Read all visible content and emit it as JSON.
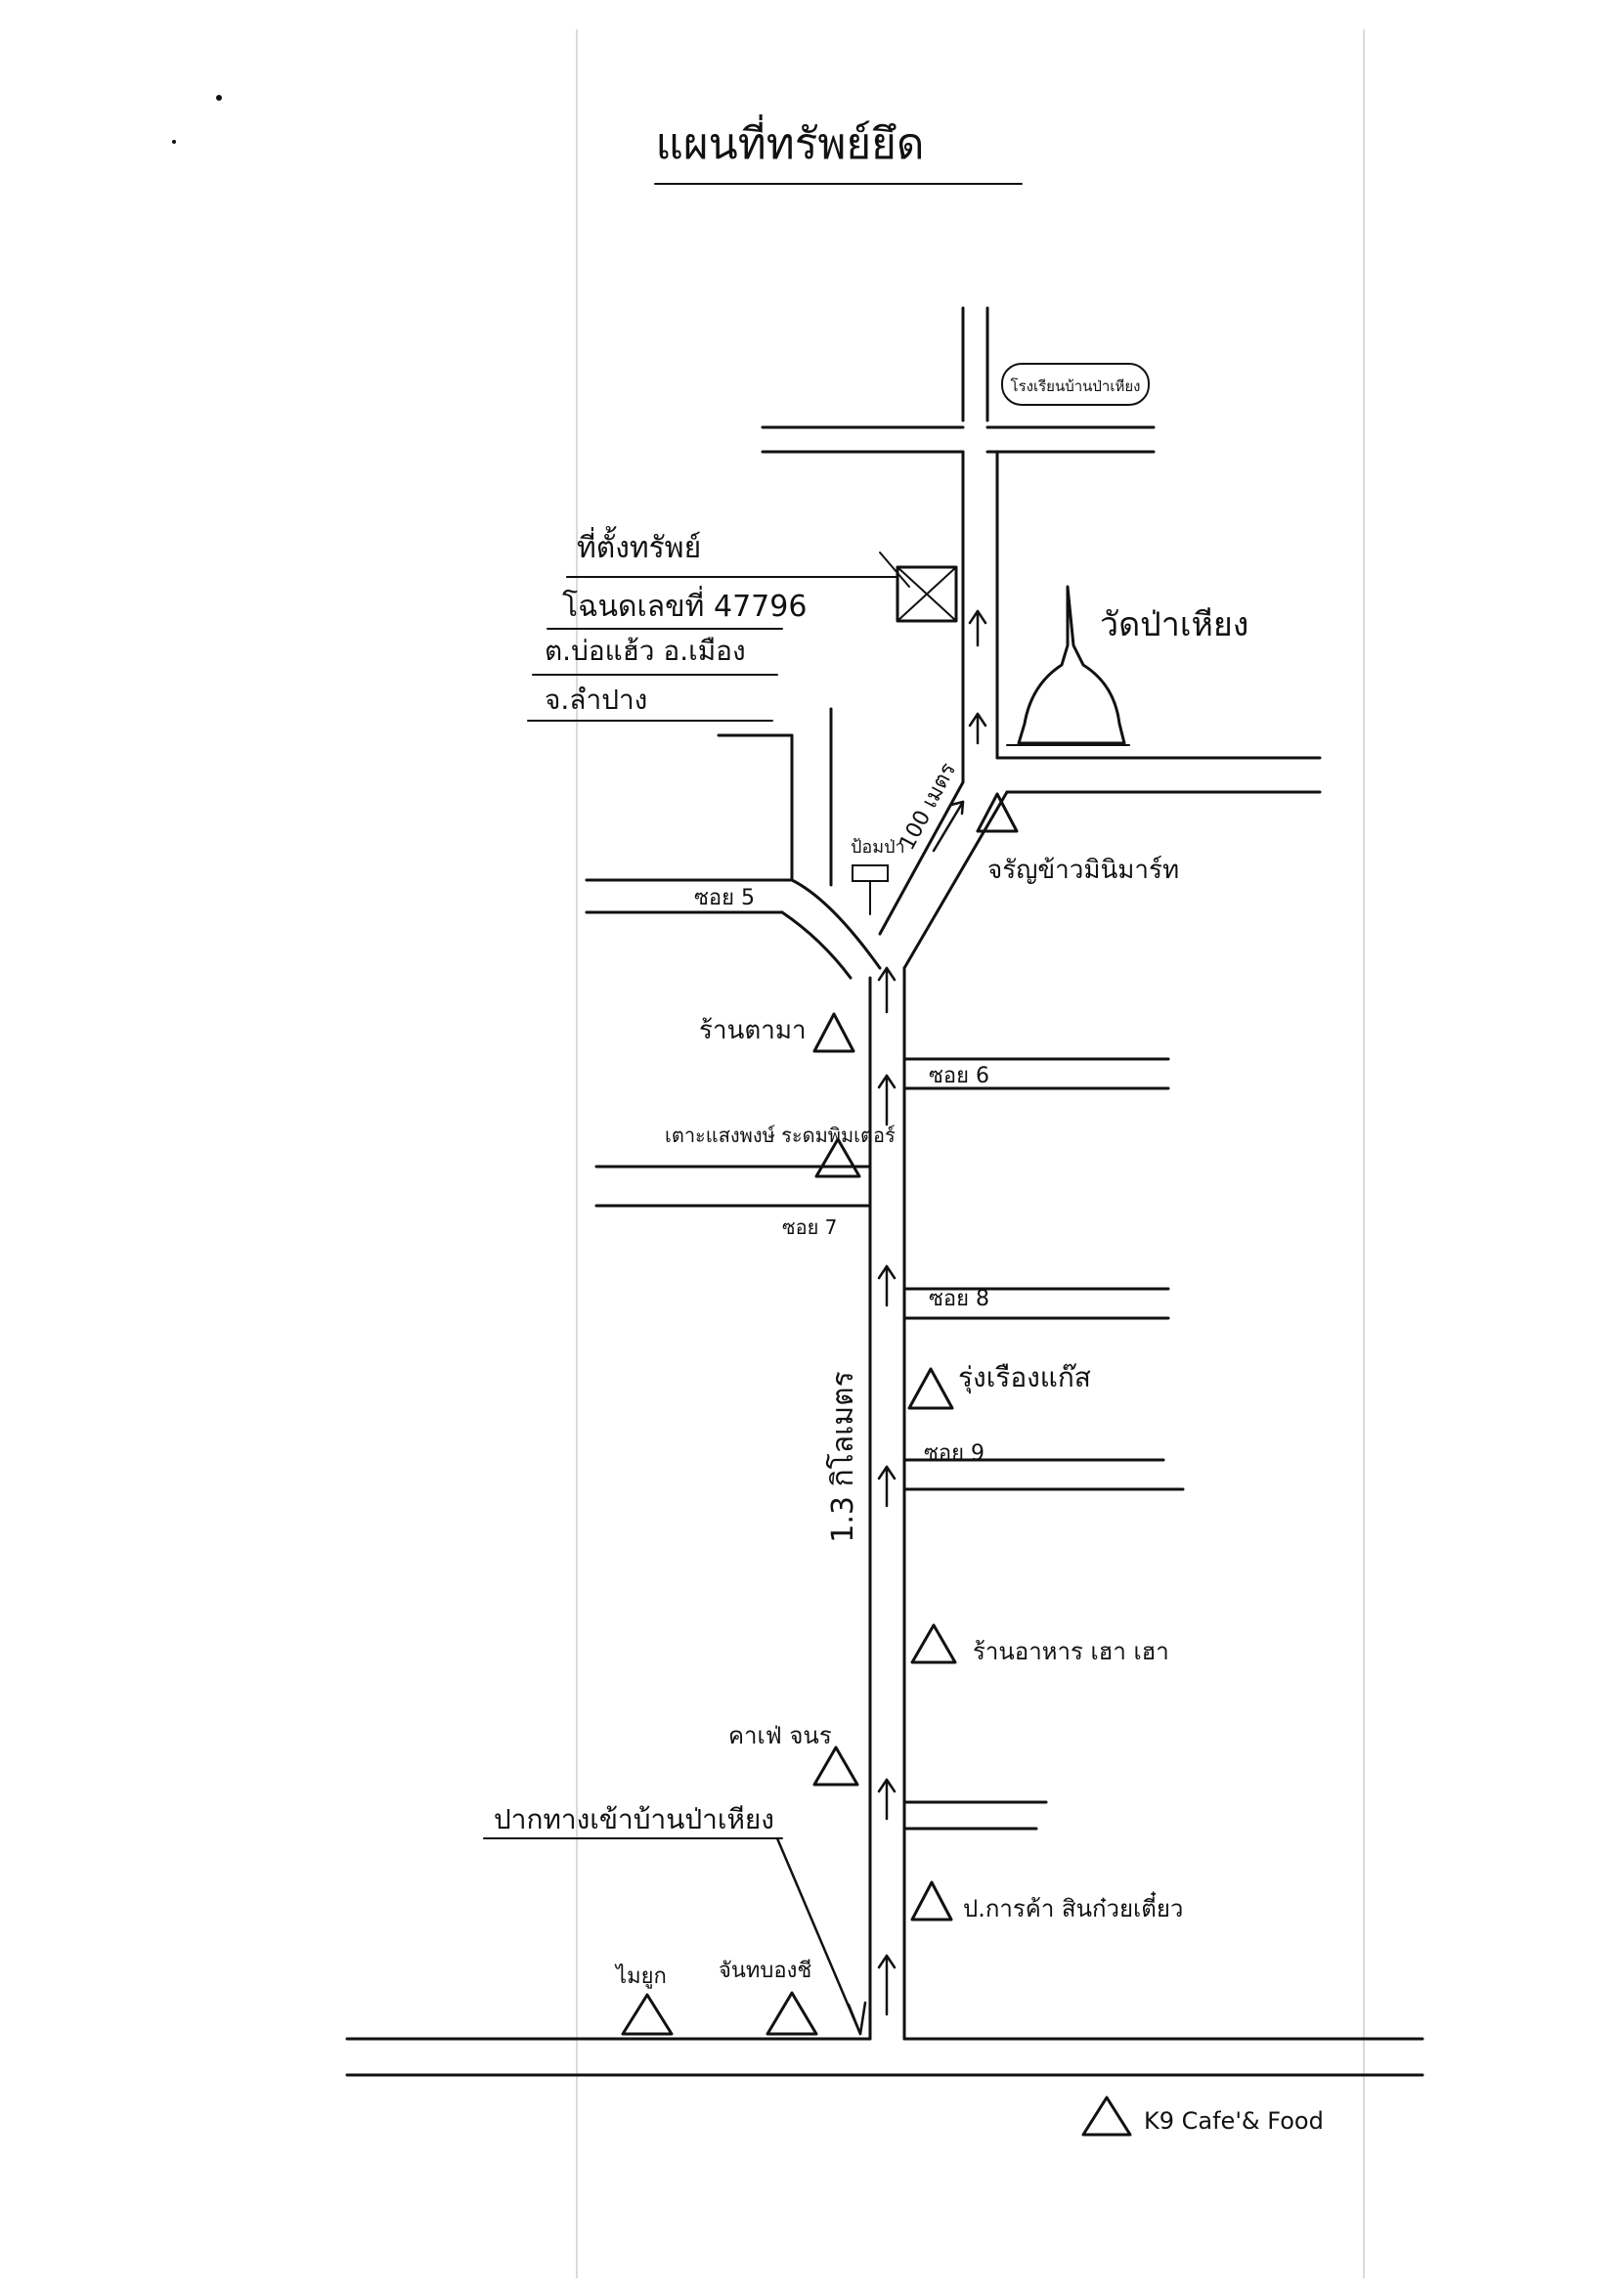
{
  "title": "แผนที่ทรัพย์ยึด",
  "property_label": {
    "lines": [
      "ที่ตั้งทรัพย์",
      "โฉนดเลขที่ 47796",
      "ต.บ่อแฮ้ว อ.เมือง",
      "จ.ลำปาง"
    ]
  },
  "landmarks": {
    "top_sign": "โรงเรียนบ้านป่าเหียง",
    "temple": "วัดป่าเหียง",
    "intersection_store": "จรัญข้าวมินิมาร์ท",
    "bus_stop": "ป้อมป่า",
    "shop_tama": "ร้านตามา",
    "garden_shop": "เตาะแสงพงษ์ ระดมพิมเตอร์",
    "gas_shop": "รุ่งเรืองแก๊ส",
    "restaurant": "ร้านอาหาร เฮา เฮา",
    "cafe_jumnong": "คาเฟ่ จนร",
    "noodle_shop": "ป.การค้า สินก๋วยเตี๋ยว",
    "main_entrance": "ปากทางเข้าบ้านป่าเหียง",
    "miyuki": "ไมยูก",
    "jumnong_soi": "จันทบองชี",
    "k9": "K9 Cafe'& Food"
  },
  "sois": {
    "soi5": "ซอย 5",
    "soi6": "ซอย 6",
    "soi7": "ซอย 7",
    "soi8": "ซอย 8",
    "soi9": "ซอย 9"
  },
  "distances": {
    "short": "100 เมตร",
    "long": "1.3 กิโลเมตร"
  }
}
